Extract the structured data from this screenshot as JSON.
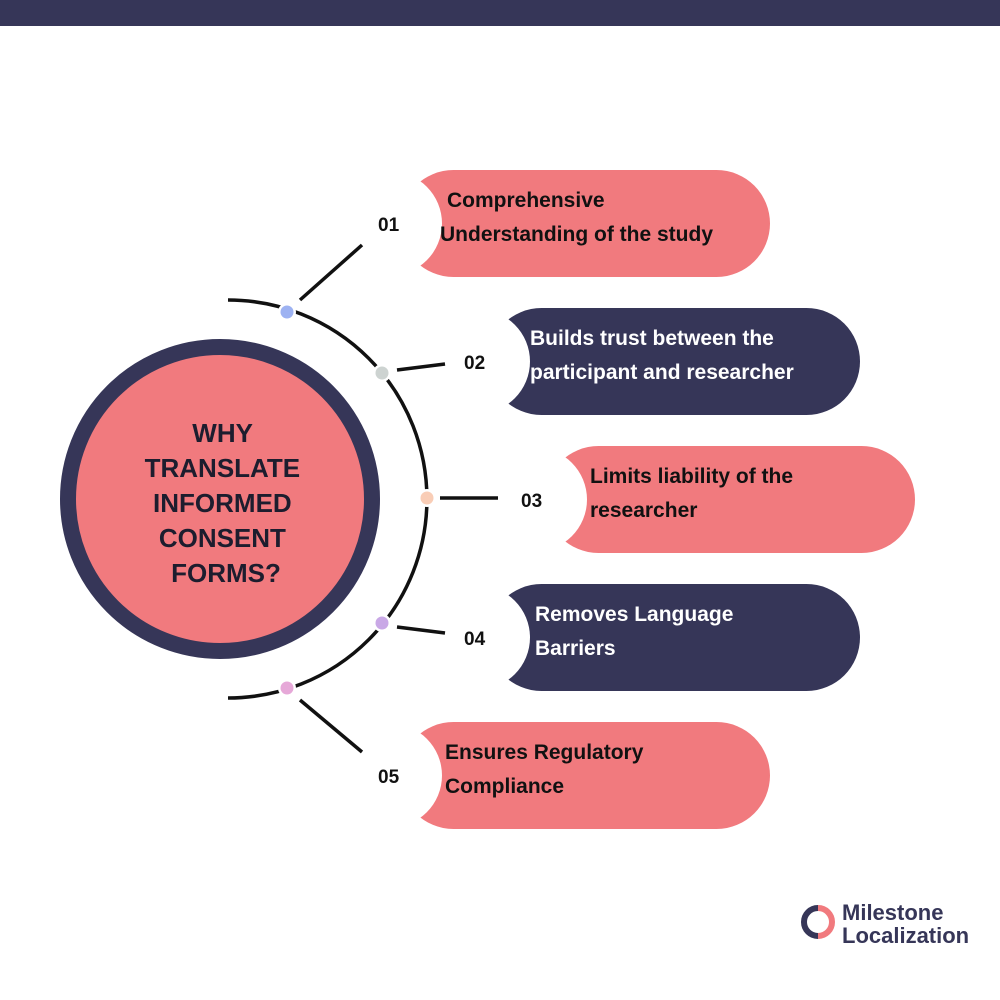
{
  "colors": {
    "pink": "#F17A7E",
    "dark": "#363658",
    "text_dark": "#1d1d2e"
  },
  "center": {
    "lines": [
      "WHY",
      "TRANSLATE",
      "INFORMED",
      "CONSENT",
      "FORMS?"
    ]
  },
  "items": [
    {
      "number": "01",
      "lines": [
        "Comprehensive",
        "Understanding of the study"
      ],
      "dot_color": "#9DB2F2"
    },
    {
      "number": "02",
      "lines": [
        "Builds trust between the",
        "participant and researcher"
      ],
      "dot_color": "#CDD3D1"
    },
    {
      "number": "03",
      "lines": [
        "Limits liability of the",
        "researcher"
      ],
      "dot_color": "#F9CDB6"
    },
    {
      "number": "04",
      "lines": [
        "Removes Language",
        "Barriers"
      ],
      "dot_color": "#C9A8E6"
    },
    {
      "number": "05",
      "lines": [
        "Ensures Regulatory",
        "Compliance"
      ],
      "dot_color": "#E6A8D8"
    }
  ],
  "logo": {
    "line1": "Milestone",
    "line2": "Localization"
  }
}
